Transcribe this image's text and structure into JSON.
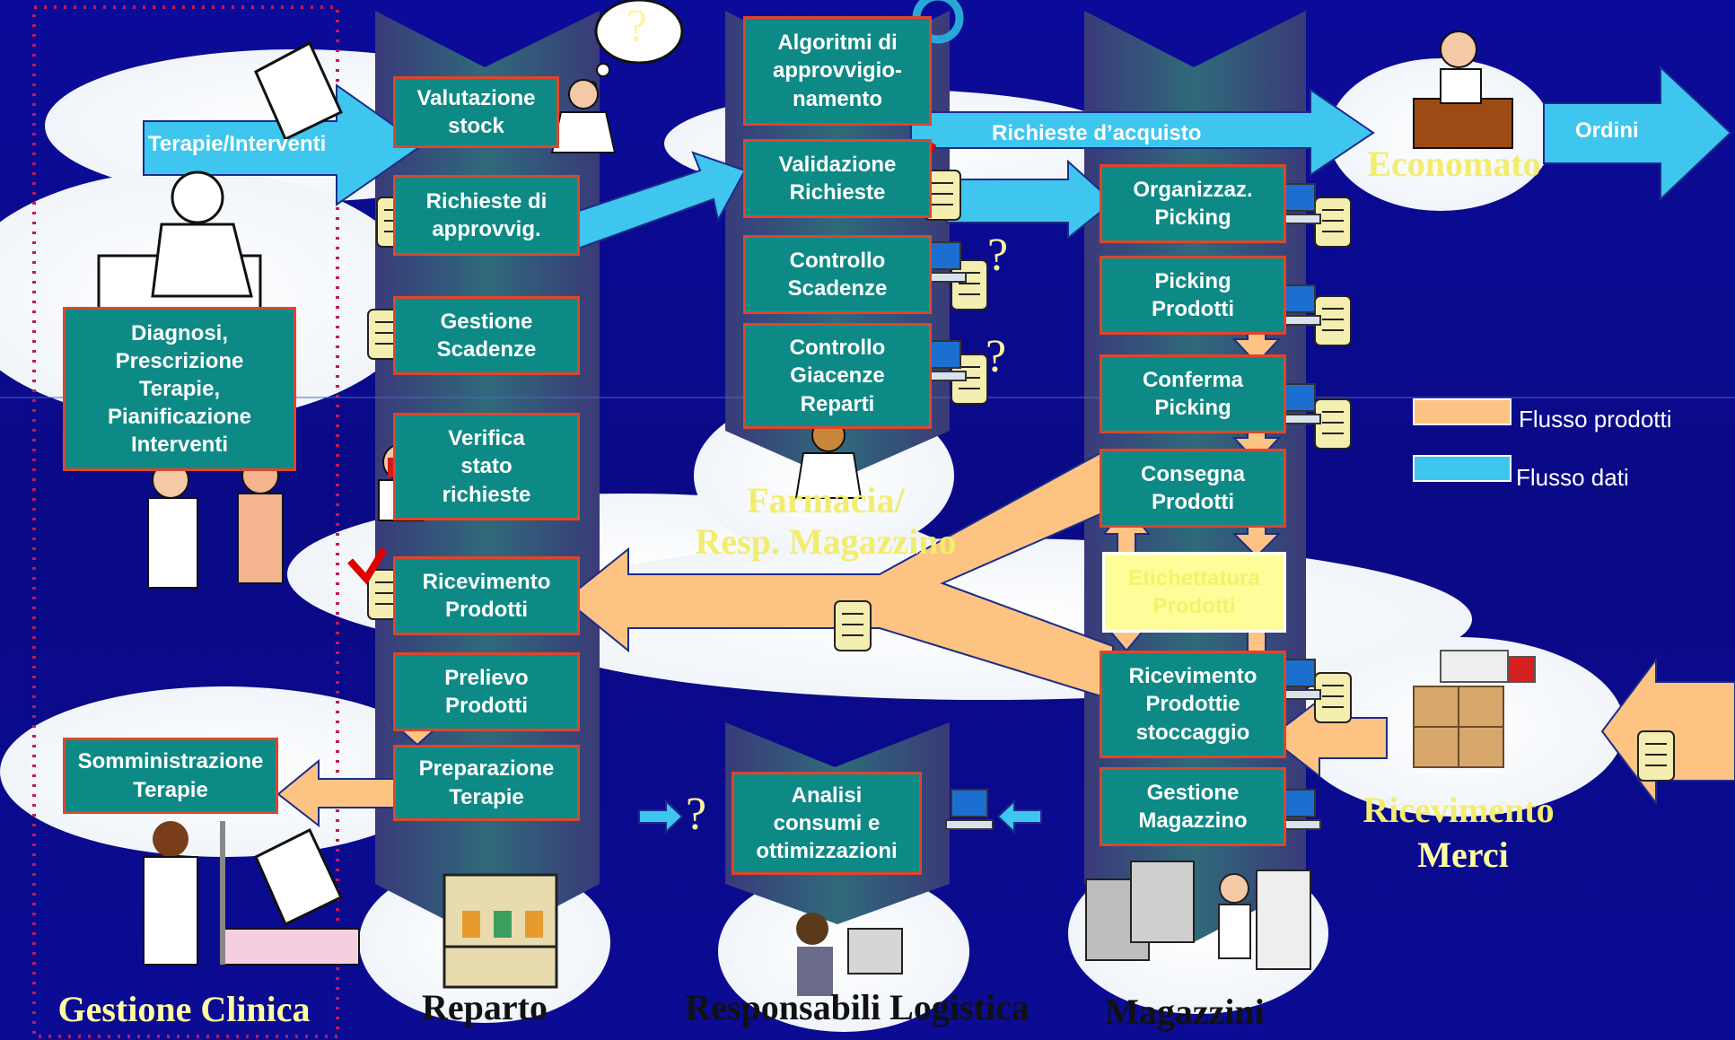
{
  "boxes": {
    "diagnosi": "Diagnosi,\nPrescrizione\nTerapie,\nPianificazione\nInterventi",
    "somministrazione": "Somministrazione\nTerapie",
    "valutazione_stock": "Valutazione\nstock",
    "richieste_approvvig": "Richieste di\napprovvig.",
    "gestione_scadenze": "Gestione\nScadenze",
    "verifica_stato": "Verifica\nstato\nrichieste",
    "ricevimento_prodotti": "Ricevimento\nProdotti",
    "prelievo_prodotti": "Prelievo\nProdotti",
    "preparazione_terapie": "Preparazione\nTerapie",
    "algoritmi": "Algoritmi di\napprovvigio-\nnamento",
    "validazione": "Validazione\nRichieste",
    "controllo_scadenze": "Controllo\nScadenze",
    "controllo_giacenze": "Controllo\nGiacenze\nReparti",
    "analisi": "Analisi\nconsumi e\nottimizzazioni",
    "organizzaz_picking": "Organizzaz.\nPicking",
    "picking_prodotti": "Picking\nProdotti",
    "conferma_picking": "Conferma\nPicking",
    "consegna_prodotti": "Consegna\nProdotti",
    "etichettatura": "Etichettatura\nProdotti",
    "ricevimento_stoccaggio": "Ricevimento\nProdottie\nstoccaggio",
    "gestione_magazzino": "Gestione\nMagazzino"
  },
  "arrows": {
    "terapie_interventi": "Terapie/Interventi",
    "richieste_acquisto": "Richieste d’acquisto",
    "ordini": "Ordini"
  },
  "areas": {
    "gestione_clinica": "Gestione Clinica",
    "reparto": "Reparto",
    "responsabili_logistica": "Responsabili Logistica",
    "magazzini": "Magazzini",
    "farmacia": "Farmacia/\nResp. Magazzino",
    "economato": "Economato",
    "ricevimento_merci_line1": "Ricevimento",
    "ricevimento_merci_line2": "Merci"
  },
  "legend": {
    "prodotti": "Flusso prodotti",
    "dati": "Flusso dati"
  },
  "question_mark": "?",
  "colors": {
    "flusso_prodotti": "#fcc383",
    "flusso_dati": "#3fc6ef",
    "box_fill": "#0e8a86",
    "box_border": "#e0452a",
    "label_yellow": "#fffe9f",
    "background": "#0a0a8c"
  }
}
